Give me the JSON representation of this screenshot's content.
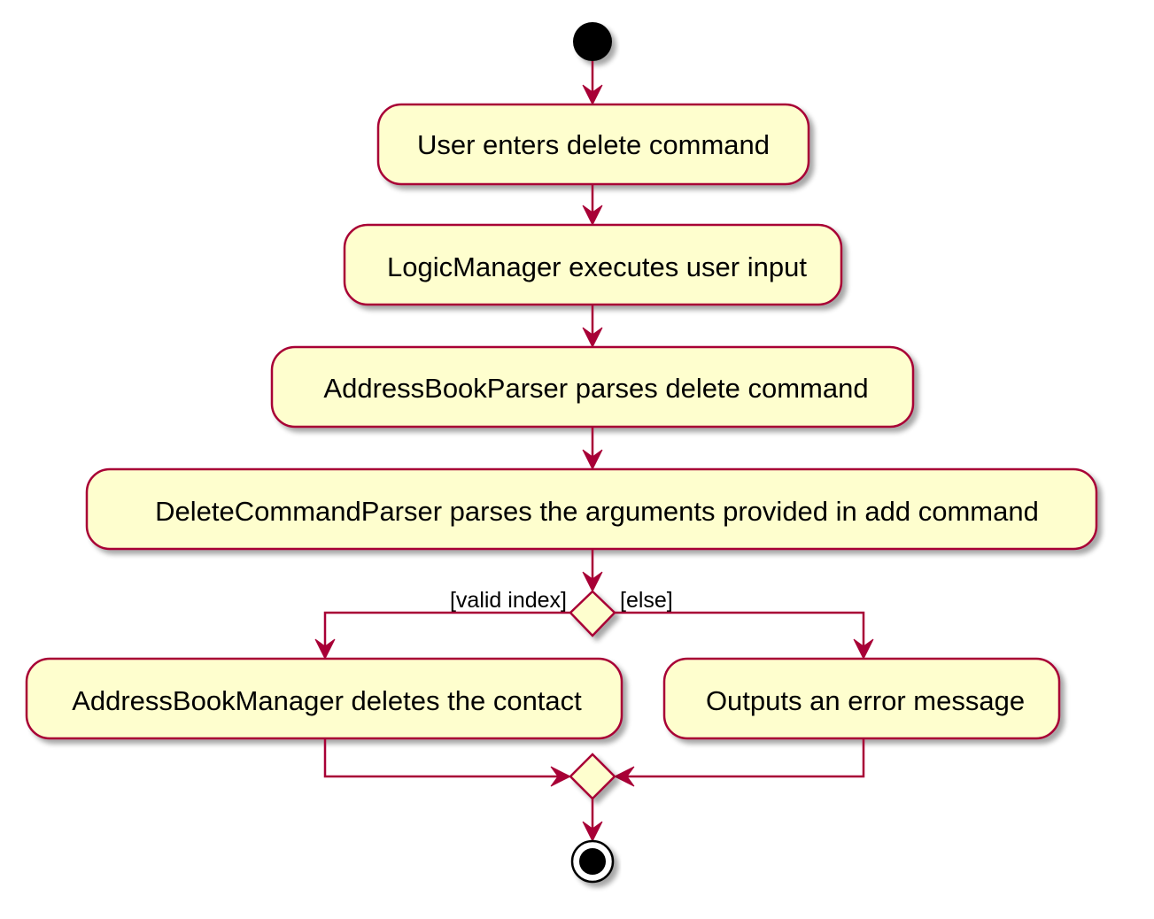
{
  "diagram": {
    "activities": {
      "user_enters": "User enters delete command",
      "logic_manager": "LogicManager executes user input",
      "parser": "AddressBookParser parses delete command",
      "delete_parser": "DeleteCommandParser parses the arguments provided in add command",
      "delete_contact": "AddressBookManager deletes the contact",
      "error_output": "Outputs an error message"
    },
    "guards": {
      "valid": "[valid index]",
      "else": "[else]"
    },
    "colors": {
      "box_fill": "#FEFECE",
      "border": "#A80036",
      "start_node": "#000000"
    }
  }
}
